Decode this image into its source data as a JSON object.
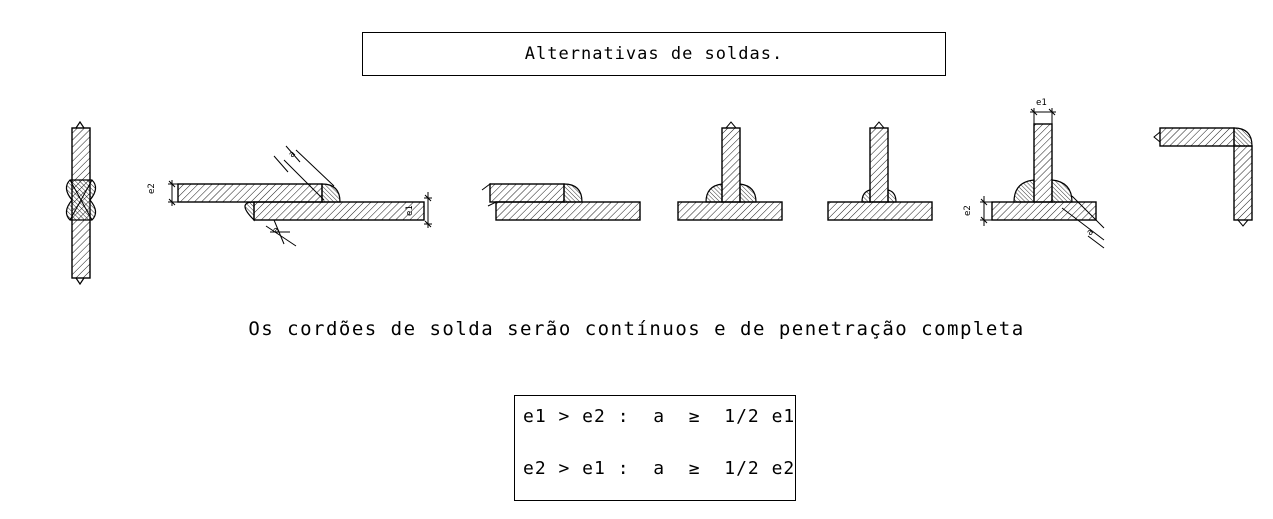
{
  "title": "Alternativas de soldas.",
  "note": "Os cordões de solda serão contínuos e de penetração completa",
  "formulas": [
    "e1 > e2 :  a  ≥  1/2 e1",
    "e2 > e1 :  a  ≥  1/2 e2"
  ],
  "labels": {
    "e1": "e1",
    "e2": "e2",
    "a": "a"
  }
}
